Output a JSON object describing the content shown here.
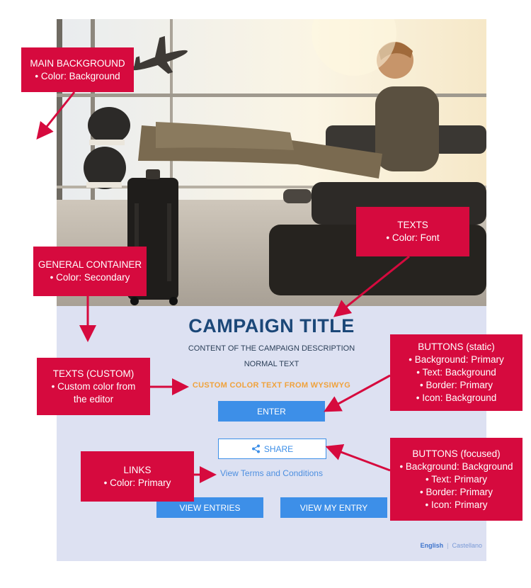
{
  "campaign": {
    "title": "CAMPAIGN TITLE",
    "description": "CONTENT OF THE CAMPAIGN DESCRIPTION",
    "normal_text": "NORMAL TEXT",
    "custom_text": "CUSTOM COLOR TEXT FROM WYSIWYG",
    "enter_label": "ENTER",
    "share_label": "SHARE",
    "terms_link": "View Terms and Conditions",
    "view_entries_label": "VIEW ENTRIES",
    "view_my_entry_label": "VIEW MY ENTRY",
    "languages": {
      "active": "English",
      "separator": "|",
      "other": "Castellano"
    }
  },
  "annotations": {
    "main_background": {
      "line1": "MAIN BACKGROUND",
      "line2": "• Color: Background"
    },
    "texts": {
      "line1": "TEXTS",
      "line2": "• Color: Font"
    },
    "general_container": {
      "line1": "GENERAL CONTAINER",
      "line2": "• Color: Secondary"
    },
    "texts_custom": {
      "line1": "TEXTS (CUSTOM)",
      "line2": "• Custom color from",
      "line3": "the editor"
    },
    "buttons_static": {
      "line1": "BUTTONS (static)",
      "line2": "• Background: Primary",
      "line3": "• Text: Background",
      "line4": "• Border: Primary",
      "line5": "• Icon: Background"
    },
    "links": {
      "line1": "LINKS",
      "line2": "• Color: Primary"
    },
    "buttons_focused": {
      "line1": "BUTTONS (focused)",
      "line2": "• Background: Background",
      "line3": "• Text: Primary",
      "line4": "• Border: Primary",
      "line5": "• Icon: Primary"
    }
  },
  "icons": {
    "share": "share-icon"
  },
  "colors": {
    "annotation": "#d60a3e",
    "primary": "#3d8fe8",
    "secondary": "#dde1f2",
    "title": "#1b4778",
    "custom": "#f0a23c"
  }
}
